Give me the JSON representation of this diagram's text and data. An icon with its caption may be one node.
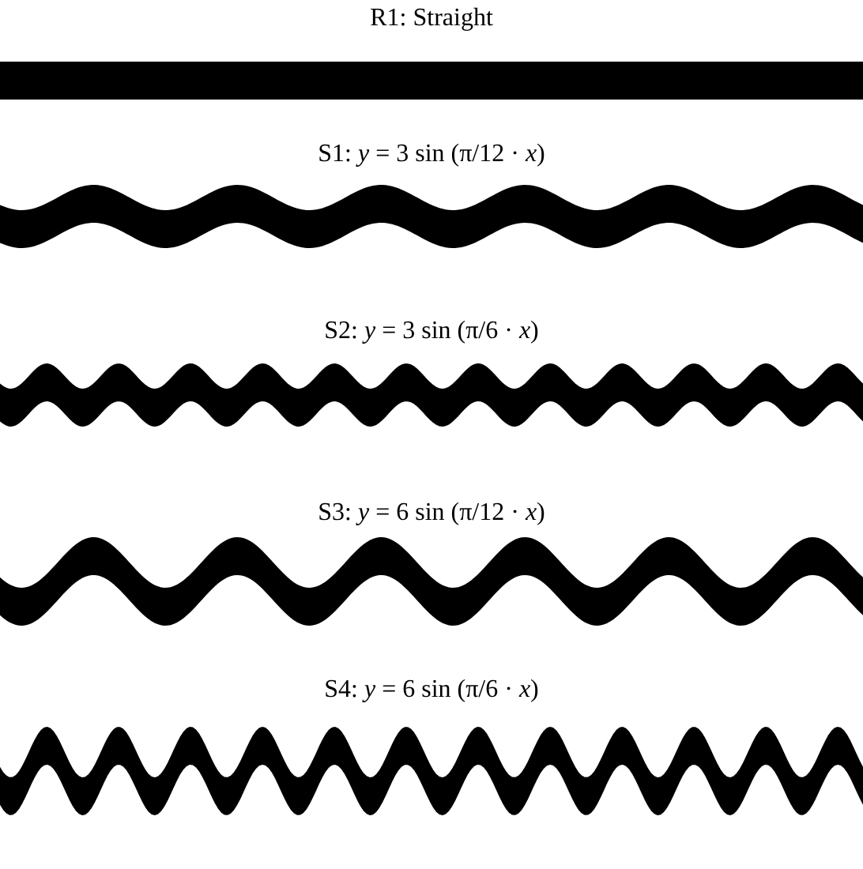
{
  "diagram": {
    "nodes": [
      {
        "text": [
          "R1: Straight"
        ]
      },
      {
        "text": [
          "S1: *y* = 3 sin (π/12 · *x*)"
        ]
      },
      {
        "text": [
          "S2: *y* = 3 sin (π/6 · *x*)"
        ]
      },
      {
        "text": [
          "S3: *y* = 6 sin (π/12 · *x*)"
        ]
      },
      {
        "text": [
          "S4: *y* = 6 sin (π/6 · *x*)"
        ]
      }
    ]
  }
}
